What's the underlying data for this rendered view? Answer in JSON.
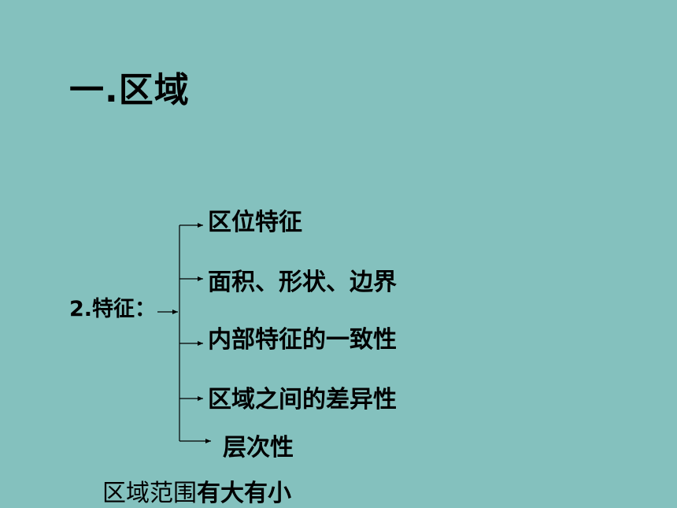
{
  "title": "一.区域",
  "feature": {
    "label": "2.特征：",
    "branches": [
      "区位特征",
      "面积、形状、边界",
      "内部特征的一致性",
      "区域之间的差异性",
      "层次性"
    ]
  },
  "note": {
    "part1": "区域范围",
    "part2": "有大有小"
  },
  "colors": {
    "background": "#84c1be",
    "text": "#000000"
  }
}
